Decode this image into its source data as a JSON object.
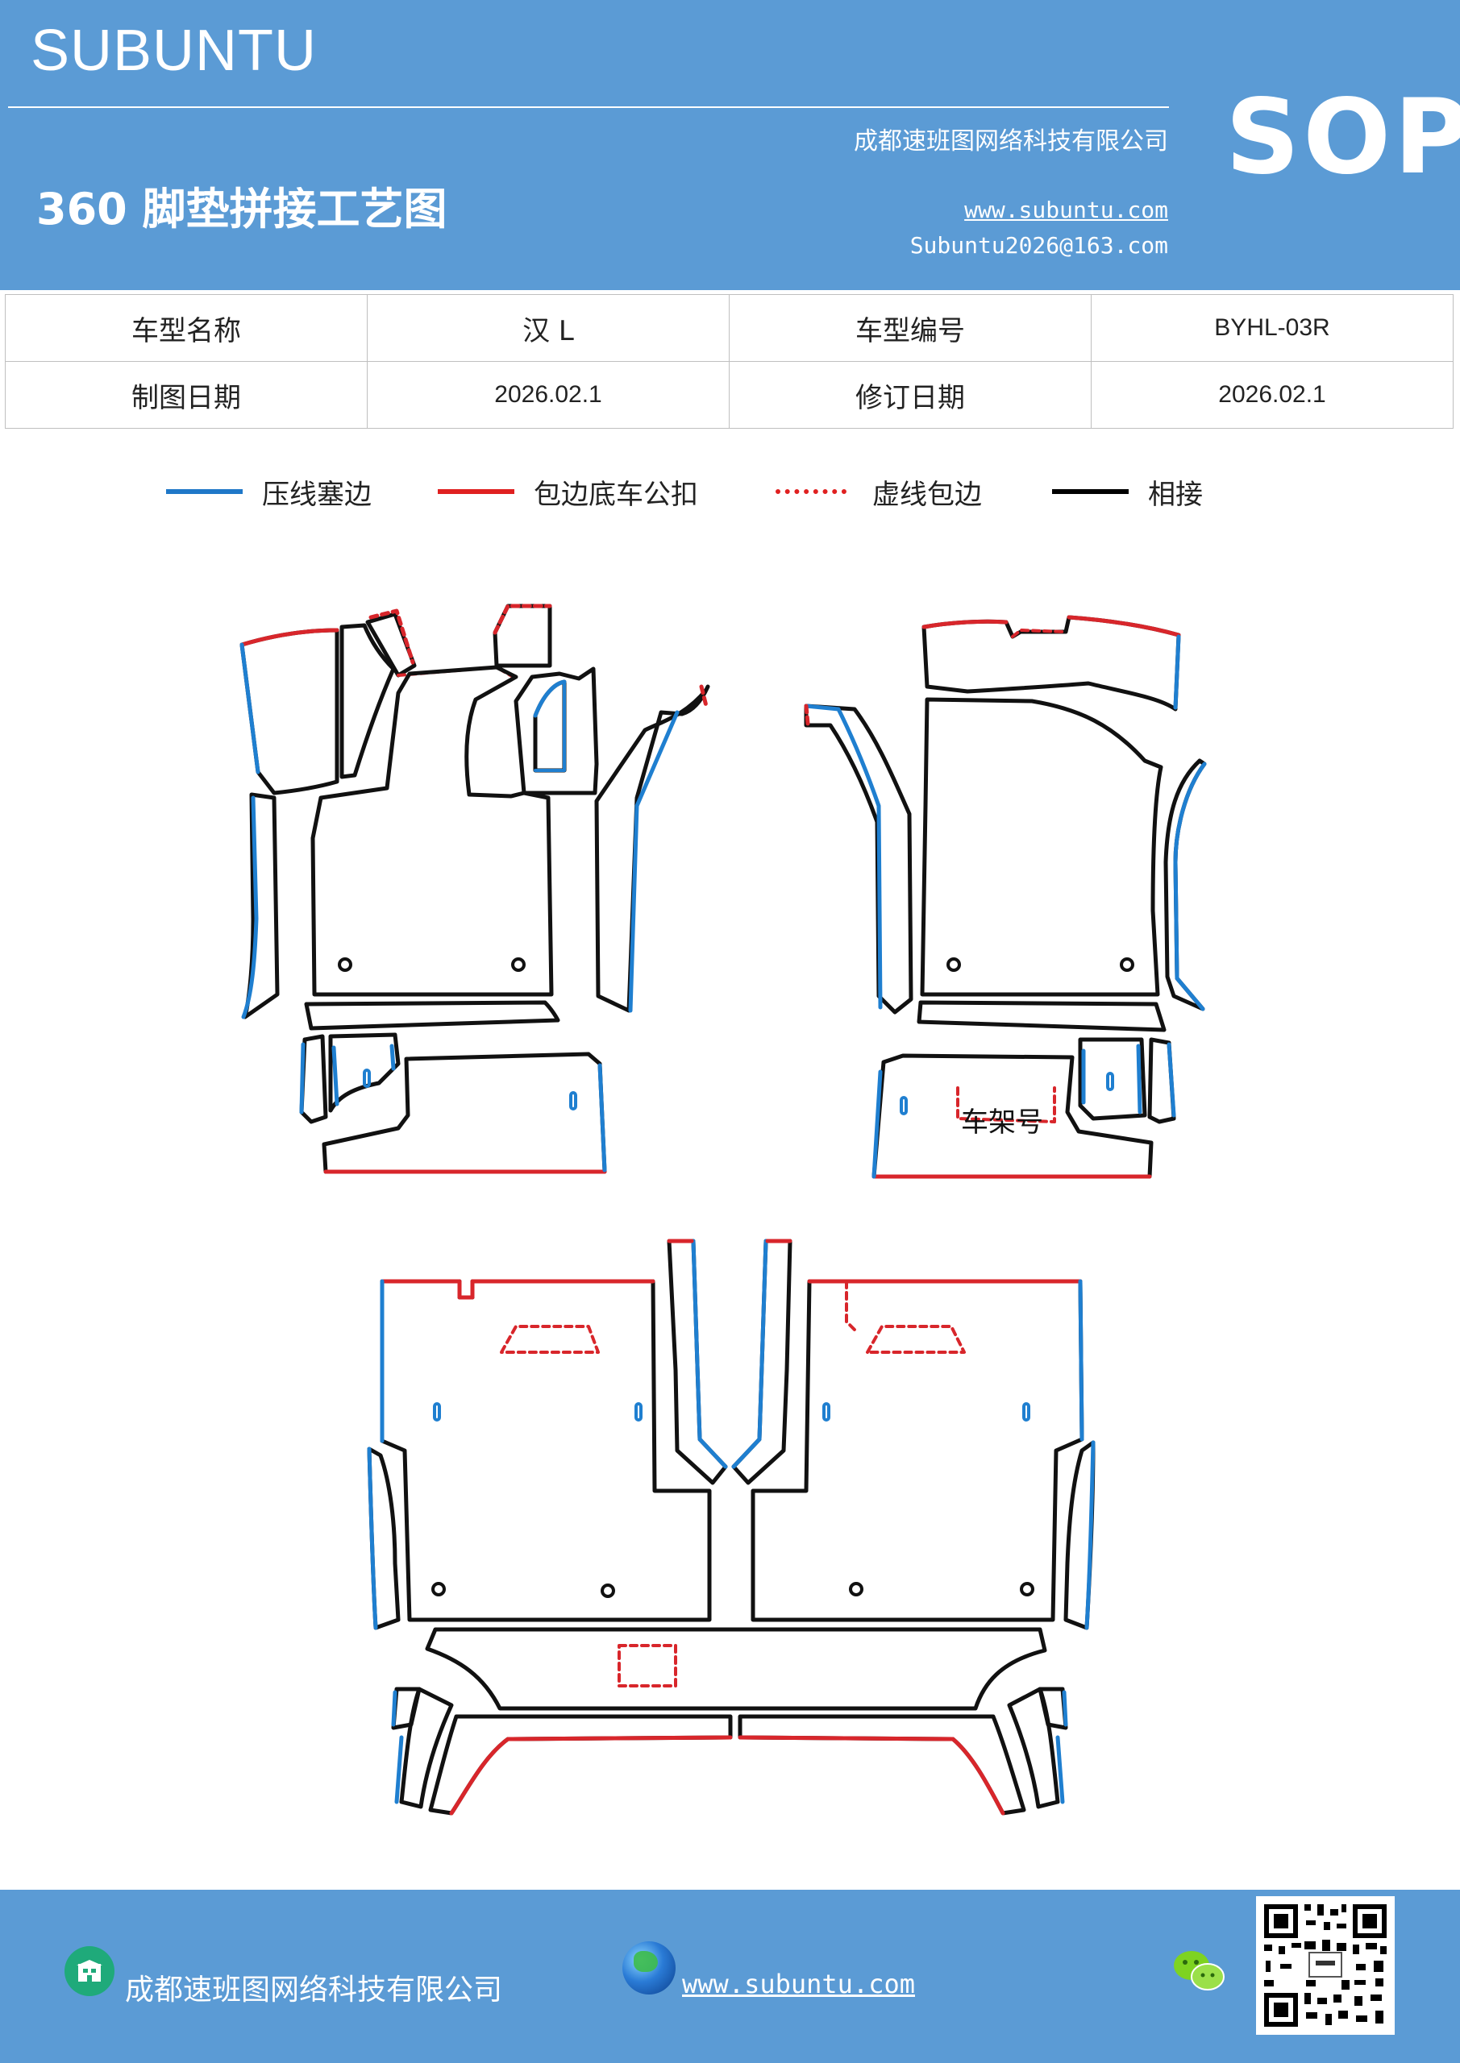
{
  "header": {
    "brand": "SUBUNTU",
    "company": "成都速班图网络科技有限公司",
    "title": "360 脚垫拼接工艺图",
    "website": "www.subuntu.com",
    "email": "Subuntu2026@163.com",
    "badge": "SOP"
  },
  "info_table": {
    "rows": [
      [
        "车型名称",
        "汉 L",
        "车型编号",
        "BYHL-03R"
      ],
      [
        "制图日期",
        "2026.02.1",
        "修订日期",
        "2026.02.1"
      ]
    ]
  },
  "legend": [
    {
      "label": "压线塞边",
      "color": "#1f78c8",
      "style": "solid"
    },
    {
      "label": "包边底车公扣",
      "color": "#e02020",
      "style": "solid"
    },
    {
      "label": "虚线包边",
      "color": "#e02020",
      "style": "dotted"
    },
    {
      "label": "相接",
      "color": "#000000",
      "style": "solid"
    }
  ],
  "drawing": {
    "frame_number_label": "车架号",
    "colors": {
      "outline": "#111111",
      "blue": "#1f7fd0",
      "red": "#d8262b"
    }
  },
  "footer": {
    "company": "成都速班图网络科技有限公司",
    "website": "www.subuntu.com",
    "company_icon": "building-icon",
    "web_icon": "globe-icon",
    "wechat_icon": "wechat-icon",
    "qr_icon": "qr-code"
  }
}
